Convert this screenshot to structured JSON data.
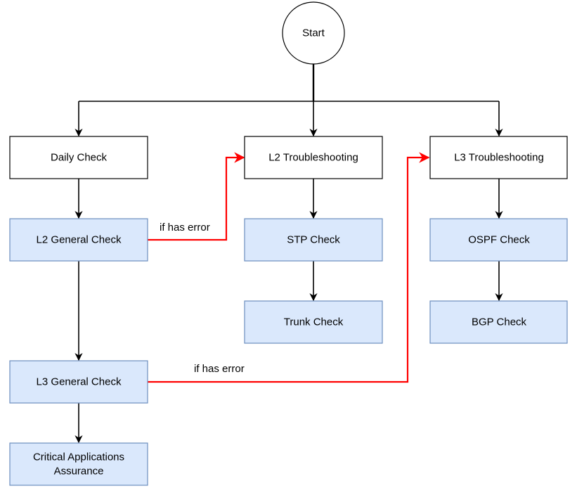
{
  "nodes": {
    "start": "Start",
    "daily_check": "Daily Check",
    "l2_troubleshooting": "L2 Troubleshooting",
    "l3_troubleshooting": "L3 Troubleshooting",
    "l2_general_check": "L2 General Check",
    "stp_check": "STP Check",
    "ospf_check": "OSPF Check",
    "trunk_check": "Trunk Check",
    "bgp_check": "BGP Check",
    "l3_general_check": "L3 General Check",
    "critical_apps_line1": "Critical Applications",
    "critical_apps_line2": "Assurance"
  },
  "edge_labels": {
    "l2_error": "if has error",
    "l3_error": "if has error"
  },
  "colors": {
    "process_fill": "#dae8fc",
    "process_stroke": "#6c8ebf",
    "error_edge": "#ff0000",
    "edge": "#000000"
  }
}
